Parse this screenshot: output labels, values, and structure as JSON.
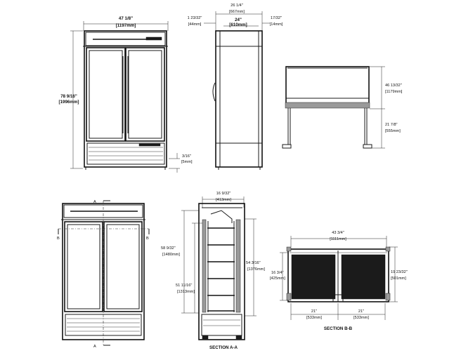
{
  "front_view": {
    "width_imperial": "47 1/8\"",
    "width_metric": "[1197mm]",
    "height_imperial": "78 9/16\"",
    "height_metric": "[1996mm]",
    "base_gap_imperial": "3/16\"",
    "base_gap_metric": "[5mm]"
  },
  "side_view": {
    "overall_depth_imperial": "26 1/4\"",
    "overall_depth_metric": "[667mm]",
    "door_imperial": "1 23/32\"",
    "door_metric": "[44mm]",
    "cabinet_depth_imperial": "24\"",
    "cabinet_depth_metric": "[610mm]",
    "rear_imperial": "17/32\"",
    "rear_metric": "[14mm]"
  },
  "top_view": {
    "total_depth_imperial": "46 13/32\"",
    "total_depth_metric": "[1179mm]",
    "open_depth_imperial": "21 7/8\"",
    "open_depth_metric": "[555mm]"
  },
  "section_markers": {
    "a": "A",
    "b": "B"
  },
  "section_a": {
    "caption": "SECTION A-A",
    "depth_imperial": "16 9/32\"",
    "depth_metric": "[413mm]",
    "outer_height_imperial": "58 9/32\"",
    "outer_height_metric": "[1480mm]",
    "inner_height_imperial": "51 11/16\"",
    "inner_height_metric": "[1313mm]",
    "right_height_imperial": "54 3/16\"",
    "right_height_metric": "[1376mm]"
  },
  "section_b": {
    "caption": "SECTION B-B",
    "width_imperial": "43 3/4\"",
    "width_metric": "[1111mm]",
    "left_depth_imperial": "16 3/4\"",
    "left_depth_metric": "[425mm]",
    "right_depth_imperial": "19 23/32\"",
    "right_depth_metric": "[501mm]",
    "left_bay_imperial": "21\"",
    "left_bay_metric": "[533mm]",
    "right_bay_imperial": "21\"",
    "right_bay_metric": "[533mm]"
  }
}
